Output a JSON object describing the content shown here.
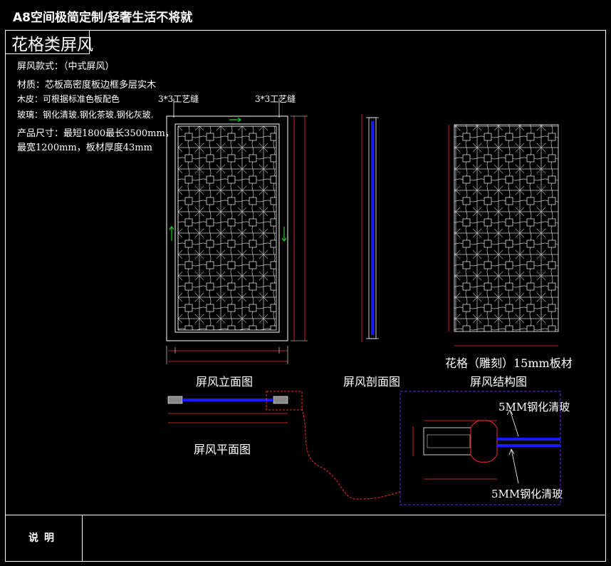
{
  "header": {
    "title": "A8空间极简定制/轻奢生活不将就"
  },
  "drawing": {
    "title": "花格类屏风"
  },
  "specs": {
    "style": "屏风款式：（中式屏风）",
    "material": "材质：芯板高密度板边框多层实木",
    "veneer": "木皮：可根据标准色板配色",
    "glass": "玻璃：钢化清玻.钢化茶玻.钢化灰玻.",
    "size_line1": "产品尺寸：最短1800最长3500mm，",
    "size_line2": "最宽1200mm，板材厚度43mm"
  },
  "annotations": {
    "seam_left": "3*3工艺缝",
    "seam_right": "3*3工艺缝",
    "carving": "花格（雕刻）15mm板材",
    "glass_top": "5MM钢化清玻",
    "glass_bottom": "5MM钢化清玻"
  },
  "captions": {
    "elevation": "屏风立面图",
    "section": "屏风剖面图",
    "structure": "屏风结构图",
    "plan": "屏风平面图"
  },
  "footer": {
    "notes_label": "说明"
  },
  "colors": {
    "line": "#ffffff",
    "dim": "#ff2a2a",
    "glass": "#1a1aff",
    "detail_frame": "#5a2bd6",
    "arrow": "#22cc22"
  }
}
